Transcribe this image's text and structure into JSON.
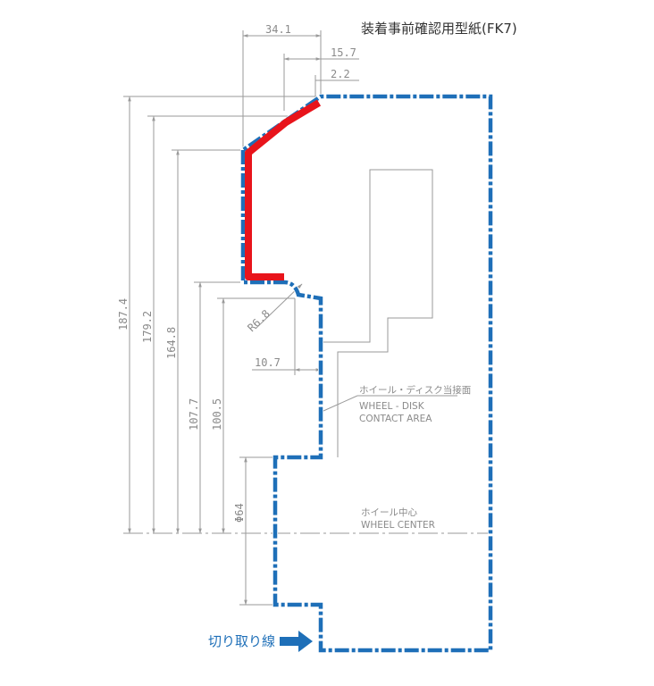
{
  "title": "装着事前確認用型紙(FK7)",
  "dimensions": {
    "width_34": "34.1",
    "width_15": "15.7",
    "width_2": "2.2",
    "h_187": "187.4",
    "h_179": "179.2",
    "h_164": "164.8",
    "h_107": "107.7",
    "h_100": "100.5",
    "radius": "R6.8",
    "width_10": "10.7",
    "diameter": "Φ64"
  },
  "notes": {
    "disk_jp": "ホイール・ディスク当接面",
    "disk_en1": "WHEEL - DISK",
    "disk_en2": "CONTACT AREA",
    "center_jp": "ホイール中心",
    "center_en": "WHEEL CENTER"
  },
  "cut_line_label": "切り取り線",
  "colors": {
    "cut_line": "#1e6fb8",
    "profile": "#e8141b",
    "dimension": "#9a9a9a"
  }
}
